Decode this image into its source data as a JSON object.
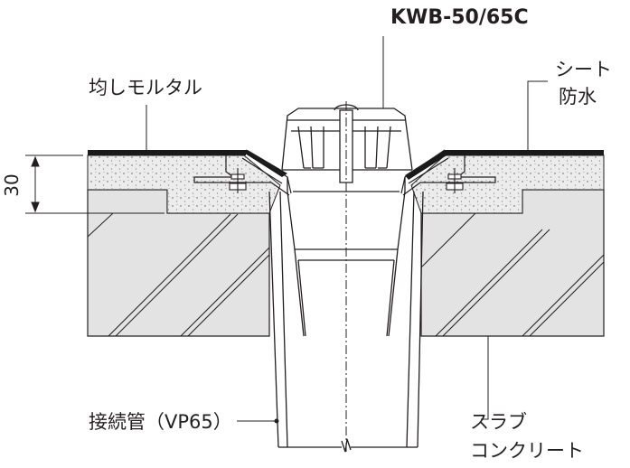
{
  "diagram": {
    "model": "KWB-50/65C",
    "labels": {
      "leveling_mortar": "均しモルタル",
      "sheet_waterproof_line1": "シート",
      "sheet_waterproof_line2": "防水",
      "connecting_pipe": "接続管（VP65）",
      "slab_line1": "スラブ",
      "slab_line2": "コンクリート"
    },
    "dimension": "30",
    "colors": {
      "line": "#231f20",
      "mortar": "#ececec",
      "concrete": "#e3e3e3",
      "sheet": "#1a1a1a"
    }
  }
}
